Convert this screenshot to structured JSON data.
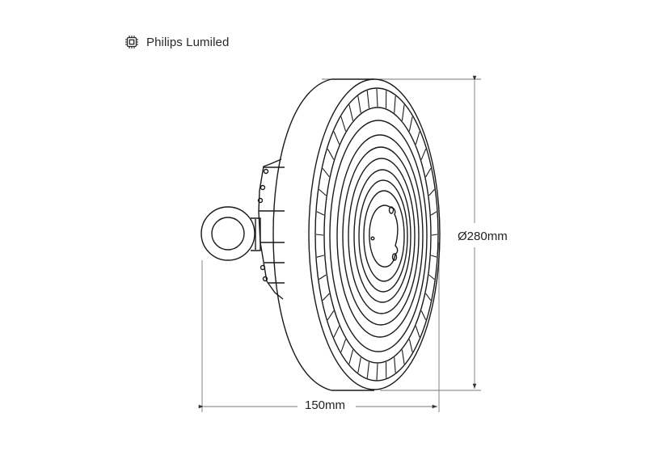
{
  "brand": {
    "icon": "chip-icon",
    "label": "Philips Lumiled"
  },
  "drawing": {
    "subject": "UFO high-bay LED lamp, side/perspective line drawing",
    "line_color": "#1a1a1a",
    "dimension_color": "#555555"
  },
  "dimensions": {
    "diameter": "Ø280mm",
    "depth": "150mm"
  }
}
